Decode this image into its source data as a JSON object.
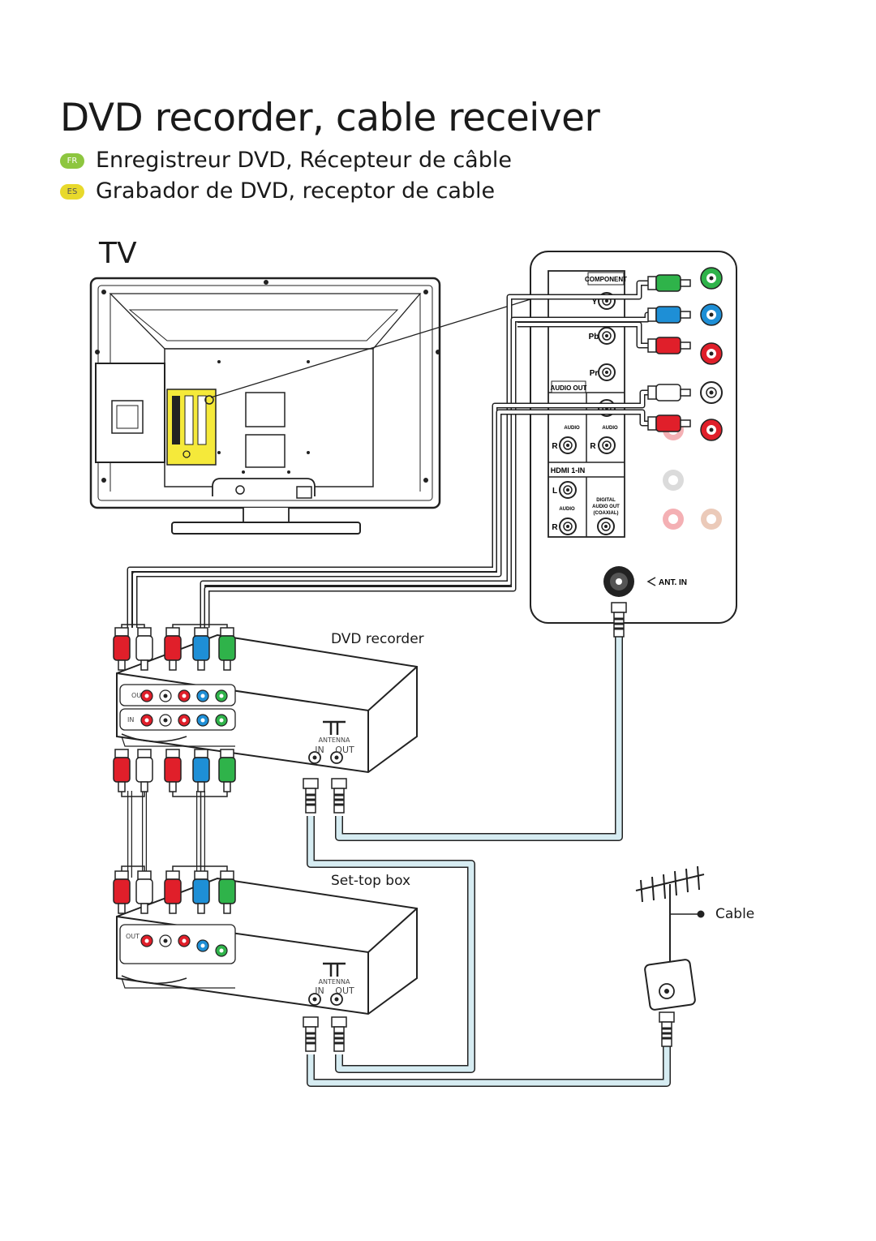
{
  "title": "DVD recorder, cable receiver",
  "subtitles": [
    {
      "badge": "FR",
      "text": "Enregistreur DVD, Récepteur de câble"
    },
    {
      "badge": "ES",
      "text": "Grabador de DVD, receptor de cable"
    }
  ],
  "tv_label": "TV",
  "tv_panel": {
    "component": "COMPONENT",
    "y": "Y",
    "pb": "Pb",
    "pr": "Pr",
    "audio_out": "AUDIO OUT",
    "audio": "AUDIO",
    "l": "L",
    "r": "R",
    "hdmi": "HDMI 1-IN",
    "digital_1": "DIGITAL",
    "digital_2": "AUDIO OUT",
    "digital_3": "(COAXIAL)",
    "ant_in": "ANT. IN"
  },
  "dvd": {
    "label": "DVD recorder",
    "out": "OUT",
    "in": "IN",
    "antenna": "ANTENNA",
    "ant_in": "IN",
    "ant_out": "OUT"
  },
  "stb": {
    "label": "Set-top box",
    "out": "OUT",
    "antenna": "ANTENNA",
    "ant_in": "IN",
    "ant_out": "OUT"
  },
  "cable_label": "Cable",
  "colors": {
    "green": "#2fb34a",
    "blue": "#1e8fd6",
    "red": "#e01f2a",
    "cable_blue": "#d6ecf2"
  }
}
